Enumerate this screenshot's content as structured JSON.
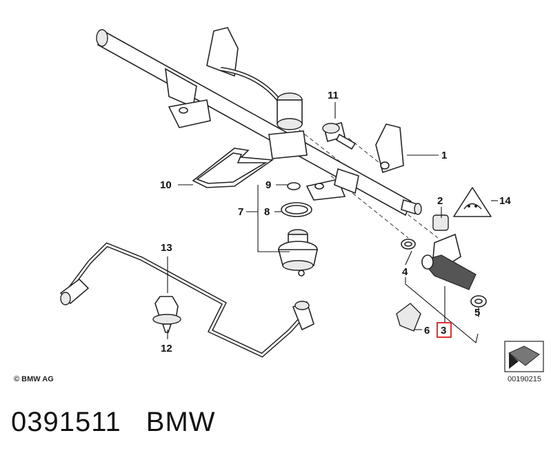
{
  "callouts": [
    "1",
    "2",
    "3",
    "4",
    "5",
    "6",
    "7",
    "8",
    "9",
    "10",
    "11",
    "12",
    "13",
    "14"
  ],
  "highlight_callout": "3",
  "highlight_color": "#e0312f",
  "copyright": "© BMW AG",
  "diagram_number": "00190215",
  "caption": {
    "part_number": "0391511",
    "brand": "BMW"
  }
}
